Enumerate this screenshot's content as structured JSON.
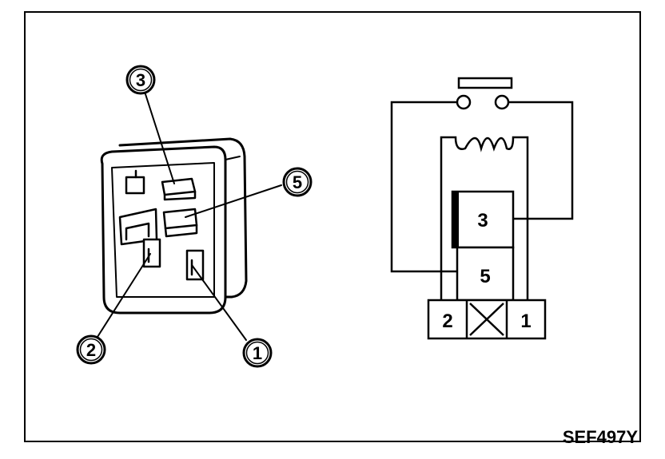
{
  "figure": {
    "reference_code": "SEF497Y",
    "relay_callouts": [
      "3",
      "5",
      "2",
      "1"
    ],
    "schematic_labels": [
      "3",
      "5",
      "2",
      "1"
    ]
  },
  "colors": {
    "ink": "#000000",
    "background": "#ffffff"
  }
}
